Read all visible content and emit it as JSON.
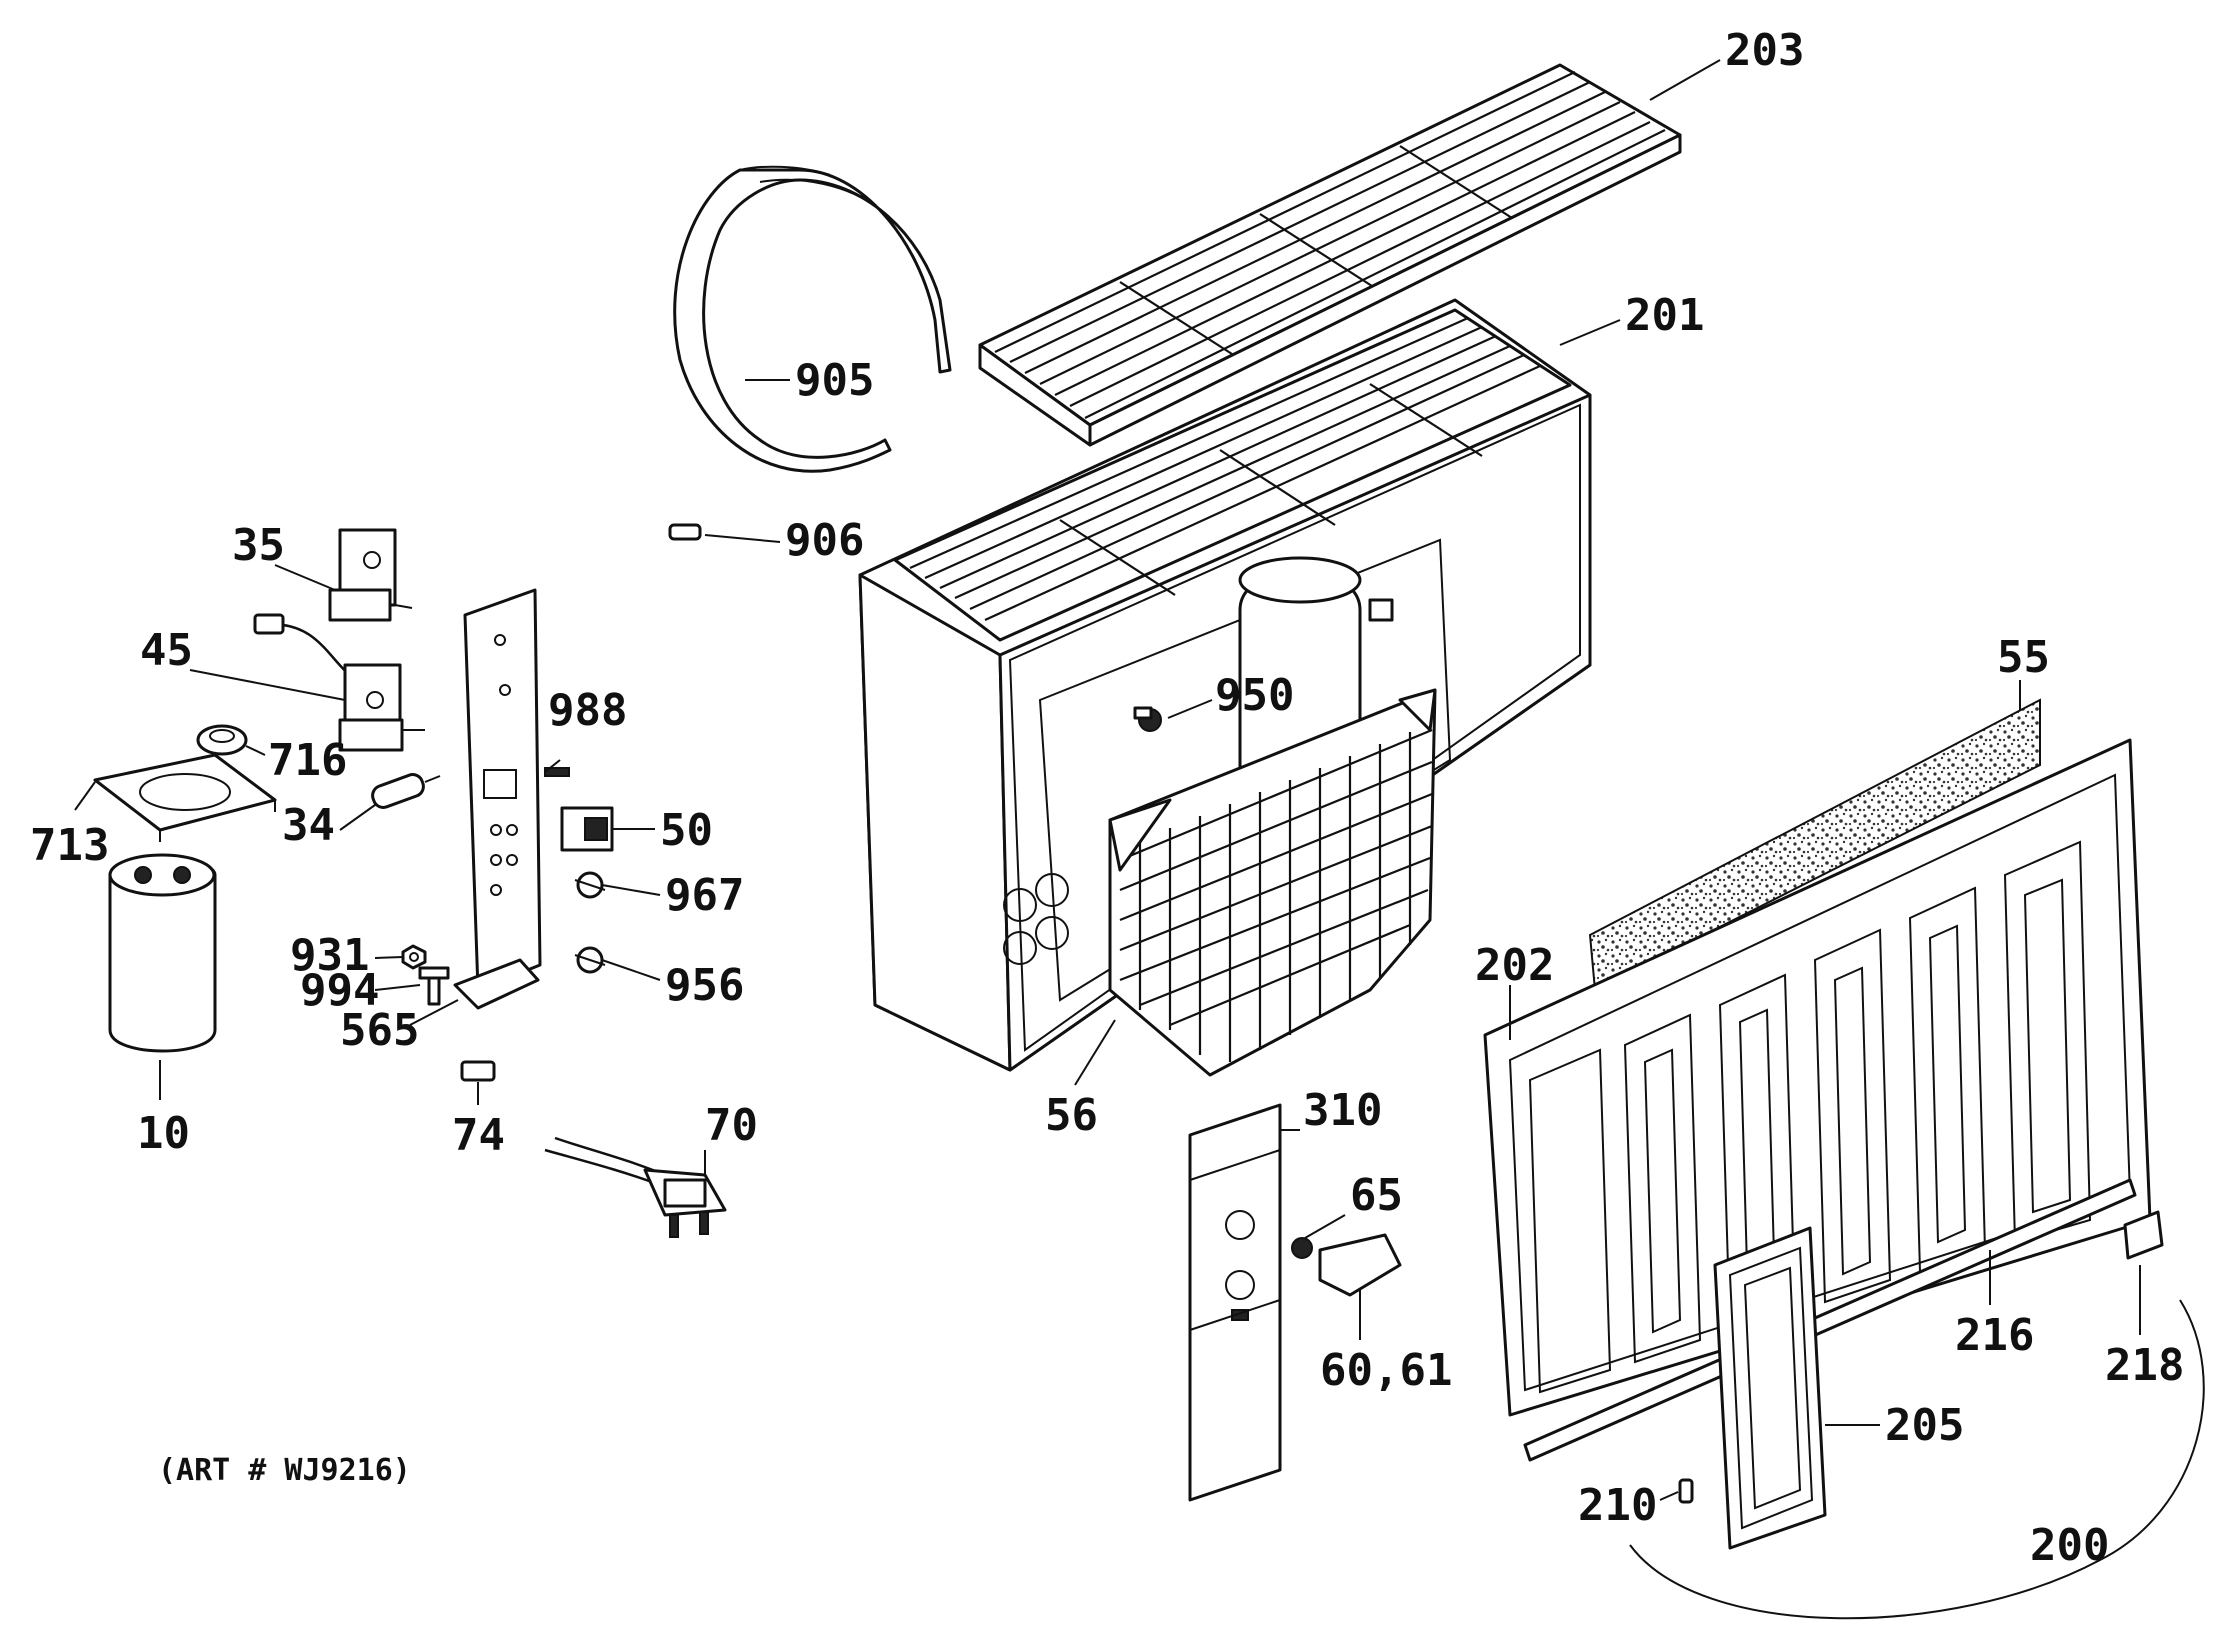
{
  "art_number": "(ART # WJ9216)",
  "labels": {
    "p203": "203",
    "p201": "201",
    "p905": "905",
    "p906": "906",
    "p950": "950",
    "p35": "35",
    "p45": "45",
    "p716": "716",
    "p713": "713",
    "p34": "34",
    "p988": "988",
    "p50": "50",
    "p967": "967",
    "p931": "931",
    "p994": "994",
    "p956": "956",
    "p565": "565",
    "p10": "10",
    "p74": "74",
    "p70": "70",
    "p56": "56",
    "p310": "310",
    "p65": "65",
    "p6061": "60,61",
    "p55": "55",
    "p202": "202",
    "p216": "216",
    "p218": "218",
    "p205": "205",
    "p210": "210",
    "p200": "200"
  }
}
